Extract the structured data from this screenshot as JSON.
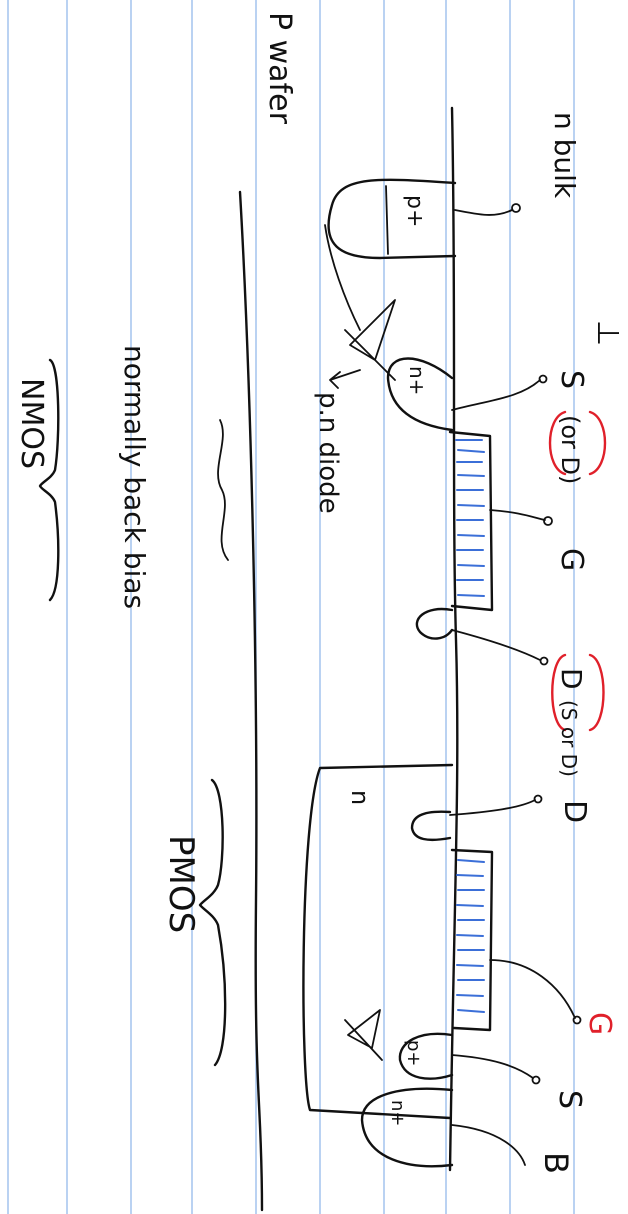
{
  "notebook": {
    "rule_color": "#a9c6ee",
    "ink_color": "#111111",
    "accent_red": "#e0202a",
    "accent_blue": "#3b6fd8"
  },
  "labels": {
    "p_wafer": "P wafer",
    "n_bulk": "n bulk",
    "p_plus": "p+",
    "n_plus": "n+",
    "pn_diode": "p.n diode",
    "normally_back_bias": "normally back bias",
    "nmos": "NMOS",
    "pmos": "PMOS",
    "n_well": "n",
    "p_plus_pmos": "p+",
    "n_plus_pmos": "n+",
    "term_s": "S",
    "term_or_d": "(or D)",
    "term_g": "G",
    "term_d": "D",
    "term_s_or_d": "(S or D)",
    "term_d_pmos": "D",
    "term_g_pmos": "G",
    "term_s_pmos": "S",
    "term_b": "B",
    "cursor_mark": "⊥"
  }
}
